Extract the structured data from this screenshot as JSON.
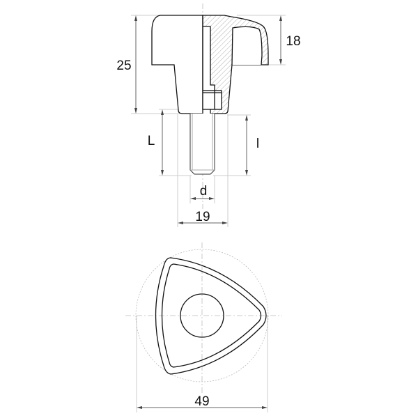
{
  "title": "Three-lobed knob with threaded stud",
  "dimensions": {
    "overall_height": "25",
    "head_height": "18",
    "stud_length_total": "L",
    "thread_length": "l",
    "thread_diameter": "d",
    "neck_diameter": "19",
    "head_width": "49"
  }
}
